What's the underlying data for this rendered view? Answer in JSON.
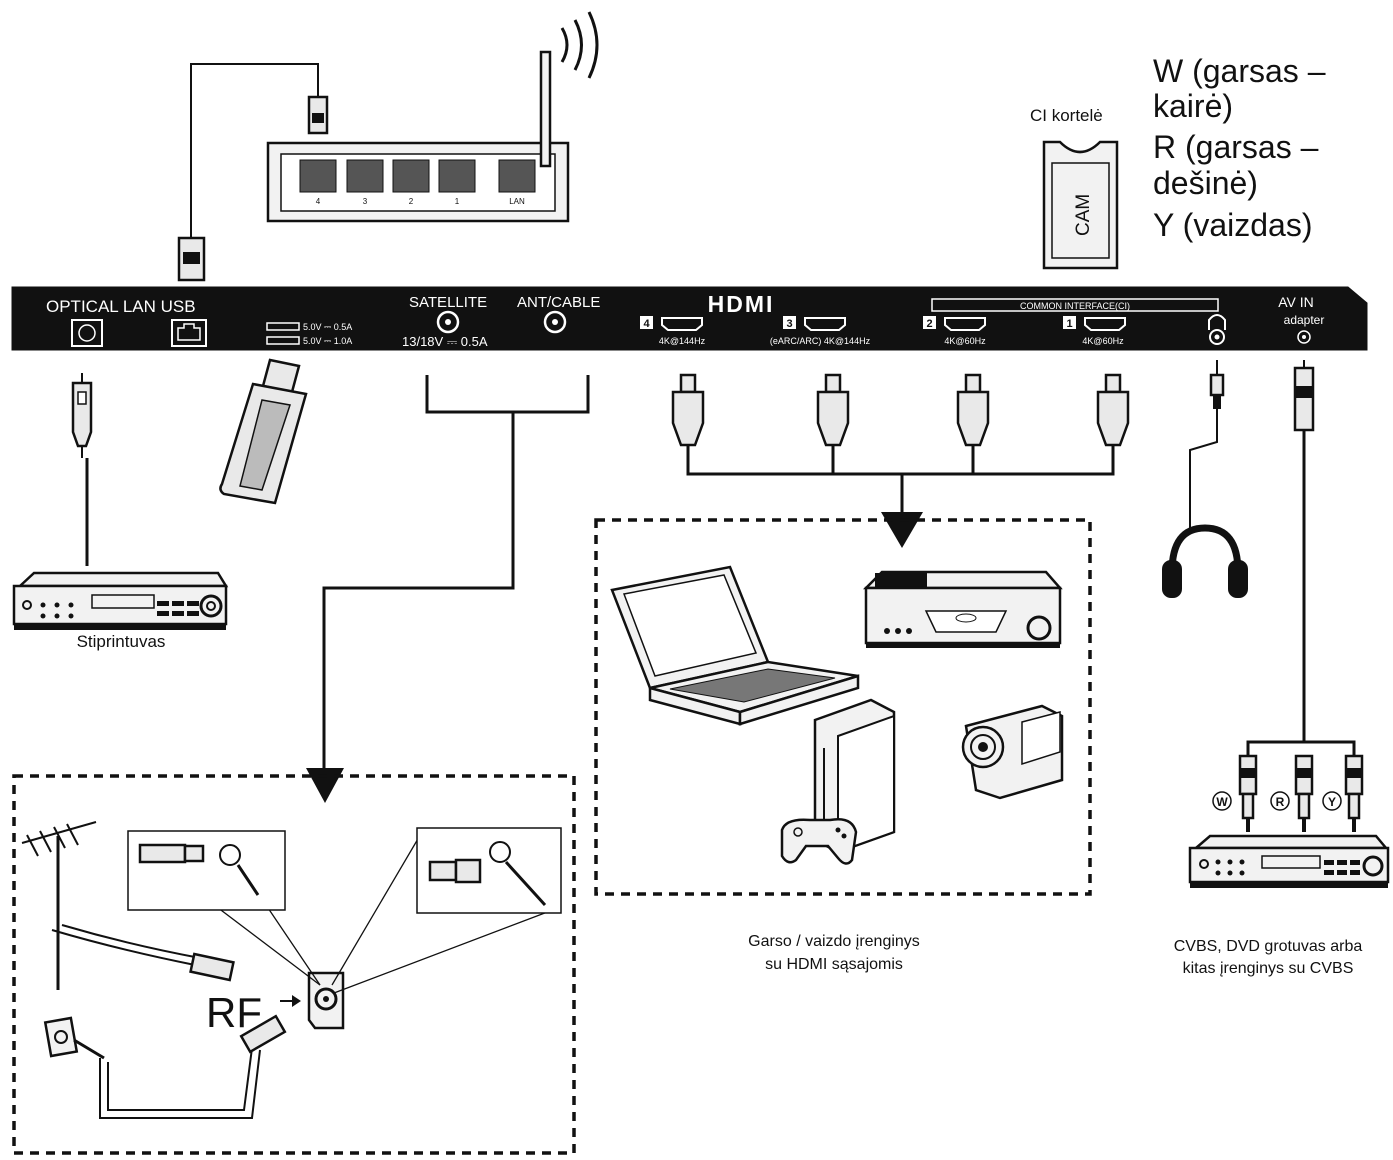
{
  "legend": {
    "w_line1": "W (garsas –",
    "w_line2": "kairė)",
    "r_line1": "R (garsas –",
    "r_line2": "dešinė)",
    "y_line": "Y (vaizdas)"
  },
  "ci_card": {
    "label": "CI kortelė",
    "cam": "CAM"
  },
  "router": {
    "port_labels": [
      "4",
      "3",
      "2",
      "1",
      "LAN"
    ]
  },
  "panel": {
    "optical_lan_usb": "OPTICAL LAN USB",
    "usb_spec_1": "5.0V ⎓ 0.5A",
    "usb_spec_2": "5.0V ⎓ 1.0A",
    "satellite": "SATELLITE",
    "satellite_spec": "13/18V ⎓ 0.5A",
    "ant_cable": "ANT/CABLE",
    "hdmi_logo": "HDMI",
    "hdmi_ports": [
      {
        "num": "4",
        "spec": "4K@144Hz"
      },
      {
        "num": "3",
        "spec": "(eARC/ARC) 4K@144Hz"
      },
      {
        "num": "2",
        "spec": "4K@60Hz"
      },
      {
        "num": "1",
        "spec": "4K@60Hz"
      }
    ],
    "common_interface": "COMMON INTERFACE(CI)",
    "av_in": "AV IN",
    "adapter": "adapter"
  },
  "devices": {
    "amplifier": "Stiprintuvas",
    "hdmi_caption_1": "Garso / vaizdo įrenginys",
    "hdmi_caption_2": "su HDMI sąsajomis",
    "cvbs_caption_1": "CVBS, DVD grotuvas arba",
    "cvbs_caption_2": "kitas įrenginys su CVBS",
    "rca_w": "W",
    "rca_r": "R",
    "rca_y": "Y",
    "rf_label": "RF"
  }
}
